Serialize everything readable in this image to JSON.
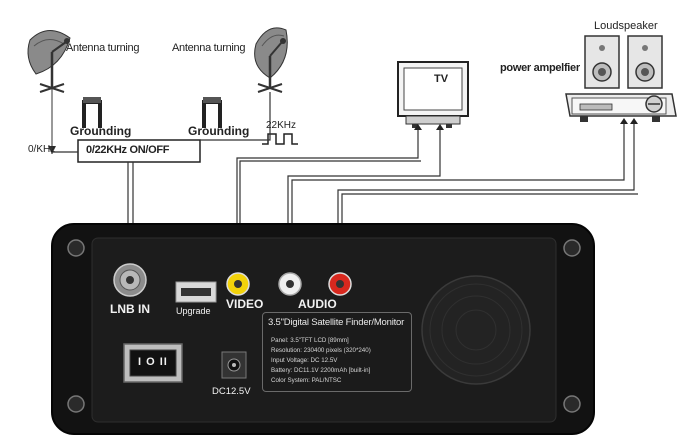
{
  "labels": {
    "antenna_left": "Antenna turning",
    "antenna_right": "Antenna turning",
    "grounding_left": "Grounding",
    "grounding_right": "Grounding",
    "khz0": "0/KHz",
    "switch_box": "0/22KHz ON/OFF",
    "khz22": "22KHz",
    "tv": "TV",
    "loudspeaker": "Loudspeaker",
    "power_amplifier": "power ampelfier",
    "lnb_in": "LNB IN",
    "upgrade": "Upgrade",
    "video": "VIDEO",
    "audio": "AUDIO",
    "dc": "DC12.5V"
  },
  "spec_panel": {
    "title": "3.5\"Digital Satellite Finder/Monitor",
    "lines": [
      "Panel: 3.5\"TFT LCD [89mm]",
      "Resolution: 230400 pixels (320*240)",
      "Input Voltage: DC 12.5V",
      "Battery: DC11.1V 2200mAh [built-in]",
      "Color System: PAL/NTSC"
    ]
  },
  "switch_label": "I O II",
  "colors": {
    "video_jack": "#f2d20a",
    "audio_left_jack": "#f0f0f0",
    "audio_right_jack": "#d8281e",
    "device_body": "#1a1a1a"
  }
}
